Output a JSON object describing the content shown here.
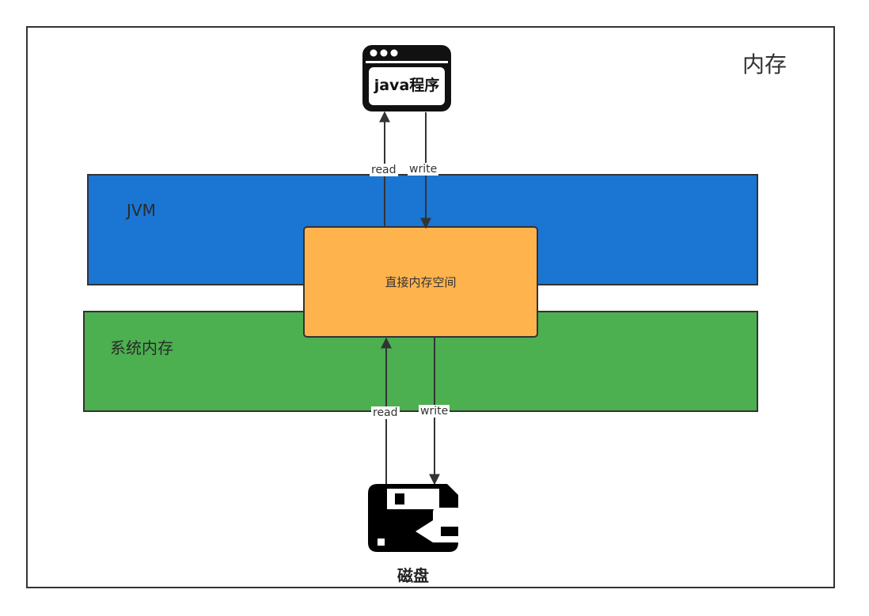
{
  "diagram": {
    "container_label": "内存",
    "jvm_label": "JVM",
    "system_memory_label": "系统内存",
    "direct_memory_label": "直接内存空间",
    "java_program": {
      "label": "java程序",
      "icon": "browser-window-icon"
    },
    "disk": {
      "label": "磁盘",
      "icon": "floppy-disk-icon"
    },
    "edges": {
      "top_read": "read",
      "top_write": "write",
      "bottom_read": "read",
      "bottom_write": "write"
    },
    "colors": {
      "jvm": "#1a76d2",
      "system_memory": "#4caf50",
      "direct_memory": "#ffb34d",
      "stroke": "#333333"
    }
  }
}
